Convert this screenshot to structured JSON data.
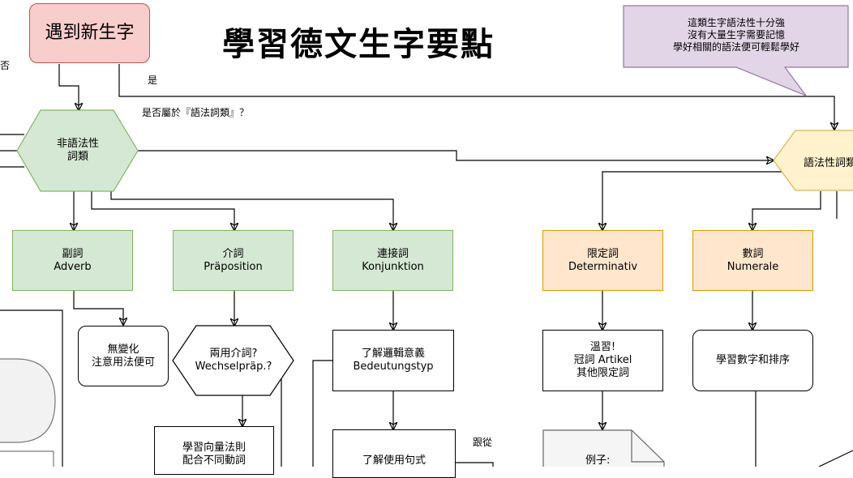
{
  "title": "學習德文生字要點",
  "start": "遇到新生字",
  "question": "是否屬於『語法詞類』？",
  "yes_label": "是",
  "no_label": "否",
  "follow_label": "跟從",
  "callout": "這類生字語法性十分強\n沒有大量生字需要記憶\n學好相關的語法便可輕鬆學好",
  "non_grammar": "非語法性\n詞類",
  "grammar": "語法性詞類",
  "categories": {
    "adverb": "副詞\nAdverb",
    "preposition": "介詞\nPräposition",
    "conjunction": "連接詞\nKonjunktion",
    "determinative": "限定詞\nDeterminativ",
    "numeral": "數詞\nNumerale"
  },
  "steps": {
    "adverb_note": "無變化\n注意用法便可",
    "wechsel": "兩用介詞?\nWechselpräp.?",
    "wechsel_rule": "學習向量法則\n配合不同動詞",
    "meaning": "了解邏輯意義\nBedeutungstyp",
    "syntax": "了解使用句式",
    "review": "溫習!\n冠詞 Artikel\n其他限定詞",
    "example": "例子:",
    "numbers": "學習數字和排序"
  },
  "colors": {
    "start_fill": "#f8cecc",
    "start_stroke": "#b85450",
    "green_fill": "#d5e8d4",
    "green_stroke": "#82b366",
    "orange_fill": "#ffe6cc",
    "orange_stroke": "#d79b00",
    "yellow_fill": "#fff2cc",
    "yellow_stroke": "#d6b656",
    "callout_fill": "#e1d5e7",
    "callout_stroke": "#9673a6"
  }
}
